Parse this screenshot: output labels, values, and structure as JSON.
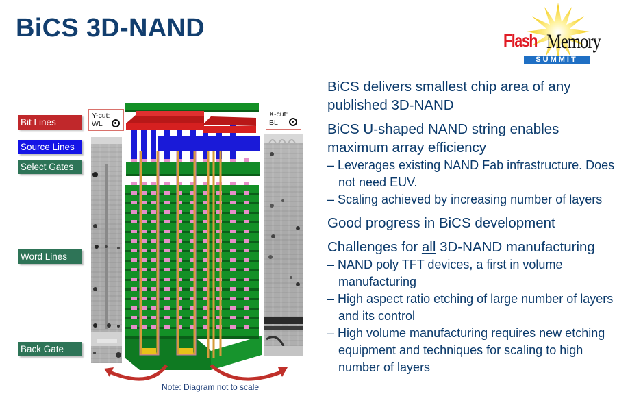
{
  "slide": {
    "title": "BiCS 3D-NAND"
  },
  "logo": {
    "word1": "Flash",
    "word2": "Memory",
    "banner": "SUMMIT",
    "colors": {
      "flash": "#e01b24",
      "memory": "#111111",
      "banner": "#1f6fc4",
      "sun": "#f7d21a"
    }
  },
  "legend": {
    "items": [
      {
        "label": "Bit Lines",
        "color": "#c0282b"
      },
      {
        "label": "Source Lines",
        "color": "#1414e6"
      },
      {
        "label": "Select Gates",
        "color": "#2e7457"
      },
      {
        "label": "Word Lines",
        "color": "#2e7457"
      },
      {
        "label": "Back Gate",
        "color": "#2e7457"
      }
    ]
  },
  "cuts": {
    "y_cut": {
      "line1": "Y-cut:",
      "line2": "WL"
    },
    "x_cut": {
      "line1": "X-cut:",
      "line2": "BL"
    }
  },
  "diagram": {
    "note": "Note: Diagram not to scale",
    "colors": {
      "bit_line": "#d01e1e",
      "source_line": "#1a1ad8",
      "gate": "#138a2a",
      "cell": "#e58fc8",
      "channel": "#d69b3a",
      "back_gate_channel": "#e8c21a",
      "arrow": "#c0302a"
    },
    "word_line_layers": 16
  },
  "bullets": {
    "items": [
      {
        "text": "BiCS delivers smallest chip area of any published 3D-NAND",
        "subs": []
      },
      {
        "text": "BiCS U-shaped NAND string enables maximum array efficiency",
        "subs": [
          "– Leverages existing NAND Fab infrastructure. Does not need EUV.",
          "– Scaling achieved by increasing number of layers"
        ]
      },
      {
        "text": "Good progress in BiCS development",
        "subs": []
      },
      {
        "text_before": "Challenges for ",
        "text_underlined": "all",
        "text_after": " 3D-NAND manufacturing",
        "subs": [
          "– NAND poly TFT devices, a first in volume manufacturing",
          "– High aspect ratio etching of large number of layers and its control",
          "– High volume manufacturing requires new etching equipment and techniques for scaling to high number of layers"
        ]
      }
    ]
  }
}
